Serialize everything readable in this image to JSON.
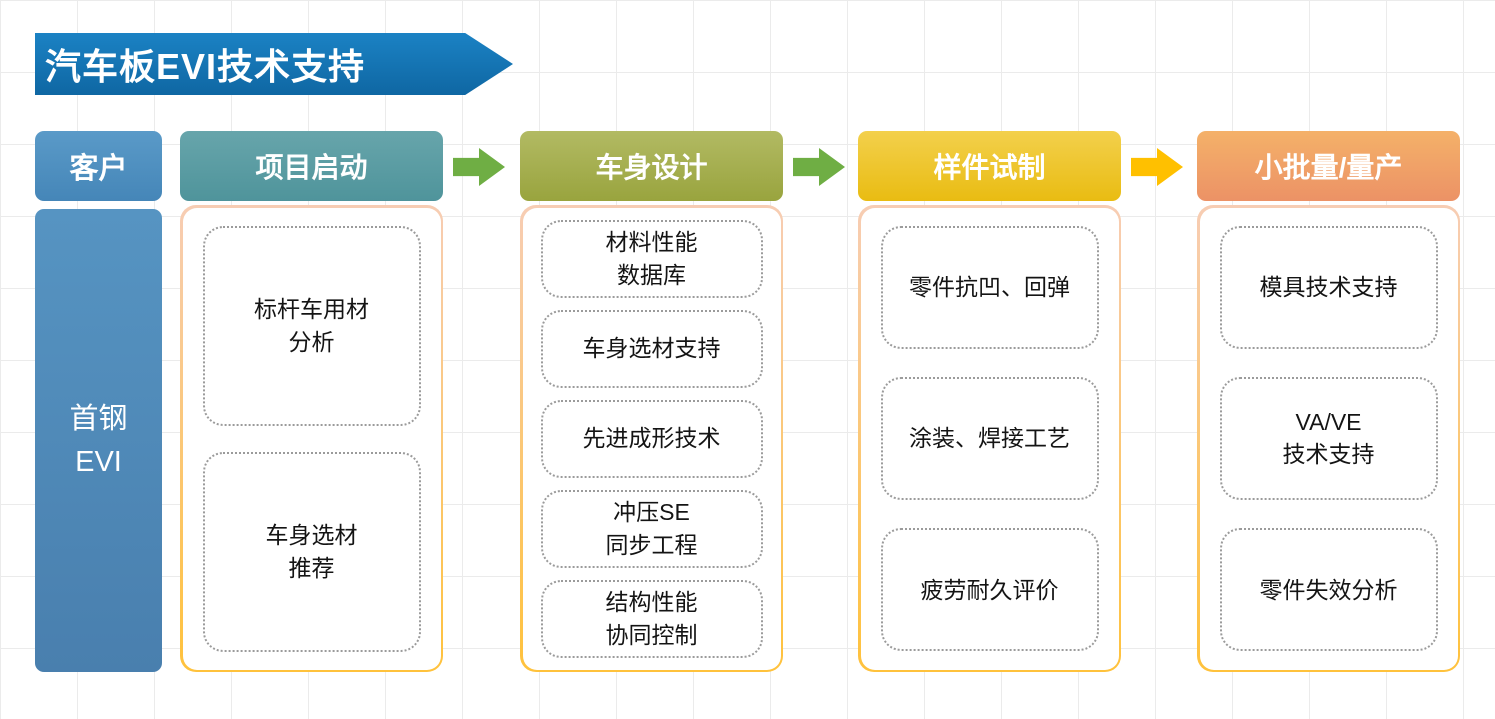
{
  "title": "汽车板EVI技术支持",
  "customer": {
    "header": "客户",
    "body": "首钢\nEVI"
  },
  "columns": [
    {
      "header": "项目启动",
      "header_color": "#549aa1",
      "items": [
        {
          "text": "标杆车用材\n分析"
        },
        {
          "text": "车身选材\n推荐"
        }
      ]
    },
    {
      "header": "车身设计",
      "header_color": "#a4ad52",
      "items": [
        {
          "text": "材料性能\n数据库"
        },
        {
          "text": "车身选材支持"
        },
        {
          "text": "先进成形技术"
        },
        {
          "text": "冲压SE\n同步工程"
        },
        {
          "text": "结构性能\n协同控制"
        }
      ]
    },
    {
      "header": "样件试制",
      "header_color": "#edc32a",
      "items": [
        {
          "text": "零件抗凹、回弹"
        },
        {
          "text": "涂装、焊接工艺"
        },
        {
          "text": "疲劳耐久评价"
        }
      ]
    },
    {
      "header": "小批量/量产",
      "header_color": "#ef9e68",
      "items": [
        {
          "text": "模具技术支持"
        },
        {
          "text": "VA/VE\n技术支持"
        },
        {
          "text": "零件失效分析"
        }
      ]
    }
  ],
  "arrows": [
    {
      "name": "arrow-1",
      "color": "#6fae44"
    },
    {
      "name": "arrow-2",
      "color": "#6fae44"
    },
    {
      "name": "arrow-3",
      "color": "#ffc000"
    }
  ],
  "colors": {
    "title_banner": "#1374b5",
    "customer_blue": "#4e8fbe",
    "container_border_top": "#f7cdb4",
    "container_border_bottom": "#ffc23c",
    "grid_line": "#ebebeb"
  }
}
